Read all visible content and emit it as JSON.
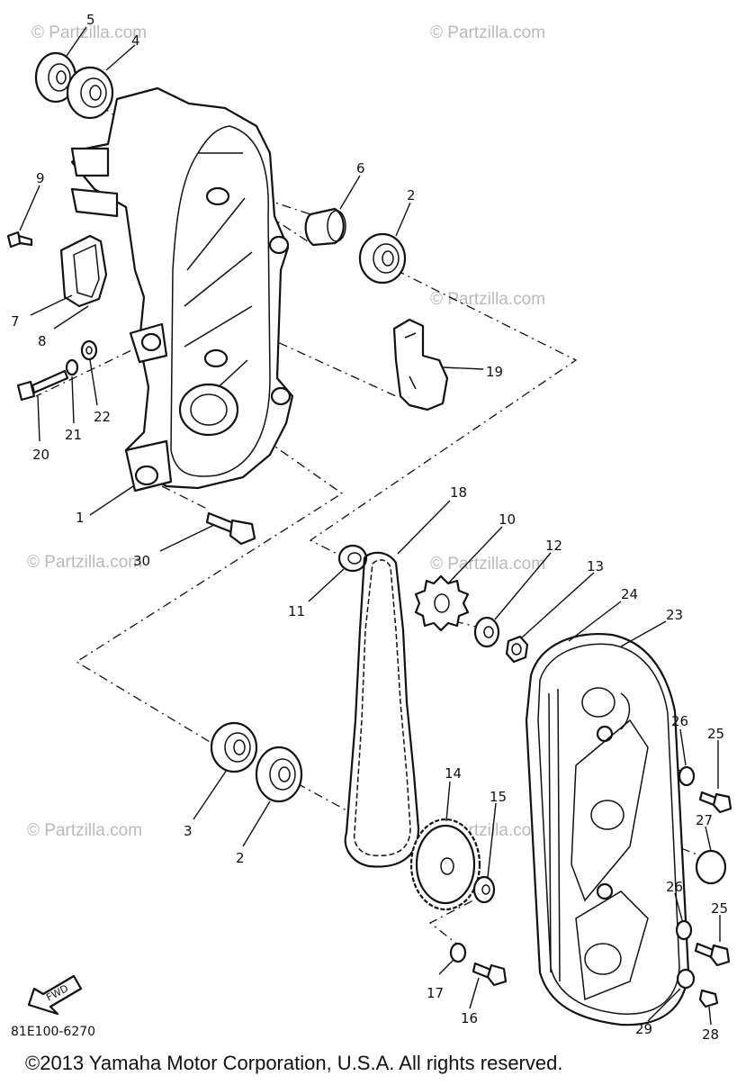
{
  "diagram": {
    "part_numbers": [
      "5",
      "4",
      "6",
      "2",
      "9",
      "7",
      "8",
      "19",
      "20",
      "21",
      "22",
      "1",
      "30",
      "18",
      "10",
      "12",
      "13",
      "11",
      "24",
      "23",
      "26",
      "25",
      "14",
      "15",
      "27",
      "3",
      "2",
      "26",
      "25",
      "17",
      "16",
      "29",
      "28"
    ],
    "watermarks": [
      "© Partzilla.com",
      "© Partzilla.com",
      "© Partzilla.com",
      "© Partzilla.com",
      "© Partzilla.com",
      "© Partzilla.com",
      "© Partzilla.com"
    ],
    "direction_label": "FWD",
    "drawing_code": "81E100-6270",
    "copyright": "©2013  Yamaha Motor Corporation, U.S.A. All rights reserved."
  }
}
